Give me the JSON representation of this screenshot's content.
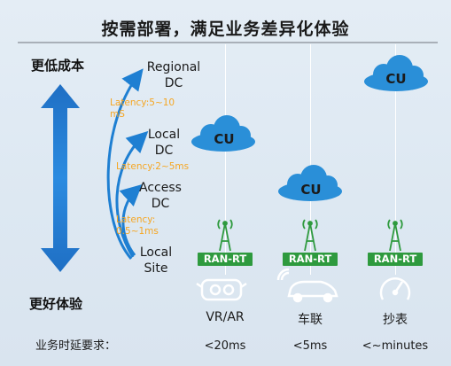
{
  "title": "按需部署，满足业务差异化体验",
  "side": {
    "top": "更低成本",
    "bottom": "更好体验"
  },
  "nodes": {
    "regional": [
      "Regional",
      "DC"
    ],
    "local_dc": [
      "Local",
      "DC"
    ],
    "access": [
      "Access",
      "DC"
    ],
    "site": [
      "Local",
      "Site"
    ]
  },
  "latency": {
    "l1": [
      "Latency:5~10",
      "mS"
    ],
    "l2": "Latency:2~5ms",
    "l3": [
      "Latency:",
      "0.5~1ms"
    ]
  },
  "cu_label": "CU",
  "rat_label": "RAN-RT",
  "columns": [
    {
      "icon": "vr-headset-icon",
      "app": "VR/AR",
      "req": "<20ms"
    },
    {
      "icon": "car-icon",
      "app": "车联",
      "req": "<5ms"
    },
    {
      "icon": "gauge-icon",
      "app": "抄表",
      "req": "<~minutes"
    }
  ],
  "footer_label": "业务时延要求：",
  "colors": {
    "arrow": "#1f7fd1",
    "rat": "#2e9a3e",
    "cloud": "#2a8fd8",
    "latency": "#f5a623"
  }
}
